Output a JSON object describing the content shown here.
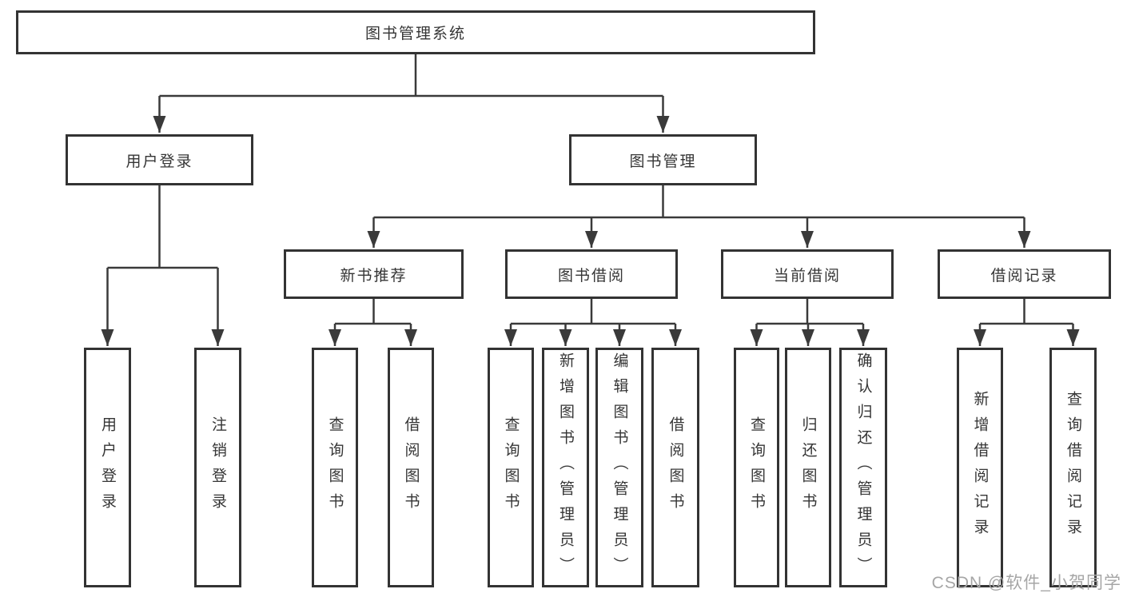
{
  "diagram": {
    "title": "图书管理系统",
    "branches": [
      {
        "label": "用户登录",
        "children": [
          {
            "label": "用户登录"
          },
          {
            "label": "注销登录"
          }
        ]
      },
      {
        "label": "图书管理",
        "children": [
          {
            "label": "新书推荐",
            "children": [
              {
                "label": "查询图书"
              },
              {
                "label": "借阅图书"
              }
            ]
          },
          {
            "label": "图书借阅",
            "children": [
              {
                "label": "查询图书"
              },
              {
                "label": "新增图书（管理员）"
              },
              {
                "label": "编辑图书（管理员）"
              },
              {
                "label": "借阅图书"
              }
            ]
          },
          {
            "label": "当前借阅",
            "children": [
              {
                "label": "查询图书"
              },
              {
                "label": "归还图书"
              },
              {
                "label": "确认归还（管理员）"
              }
            ]
          },
          {
            "label": "借阅记录",
            "children": [
              {
                "label": "新增借阅记录"
              },
              {
                "label": "查询借阅记录"
              }
            ]
          }
        ]
      }
    ]
  },
  "watermark": {
    "text": "CSDN @软件_小贺同学"
  },
  "colors": {
    "line": "#3a3a3a",
    "border": "#333333",
    "text": "#353535",
    "watermark": "#a6a6a6",
    "bg": "#ffffff"
  }
}
